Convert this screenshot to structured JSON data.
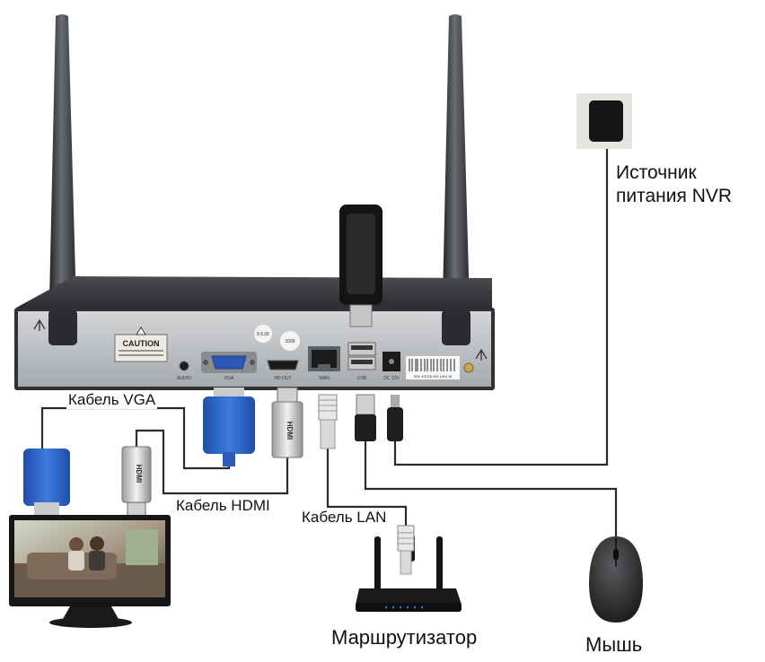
{
  "labels": {
    "vga_cable": "Кабель VGA",
    "hdmi_cable": "Кабель HDMI",
    "lan_cable": "Кабель LAN",
    "power_source": "Источник\nпитания NVR",
    "router": "Маршрутизатор",
    "mouse": "Мышь"
  },
  "nvr_panel": {
    "caution": "CAUTION",
    "audio": "AUDIO",
    "vga": "VGA",
    "hd_out": "HD OUT",
    "wan": "WAN",
    "usb": "USB",
    "dc12v": "DC 12V",
    "serial": "S/N: K3226-W2-1951.W",
    "sticker1": "8.6.06",
    "sticker2": "2099"
  },
  "connectors": {
    "hdmi_plug": "HDMI"
  },
  "colors": {
    "cable": "#2b2b2b",
    "vga_blue": "#2f66c9",
    "panel": "#b9bcbf",
    "body": "#2e3033"
  }
}
